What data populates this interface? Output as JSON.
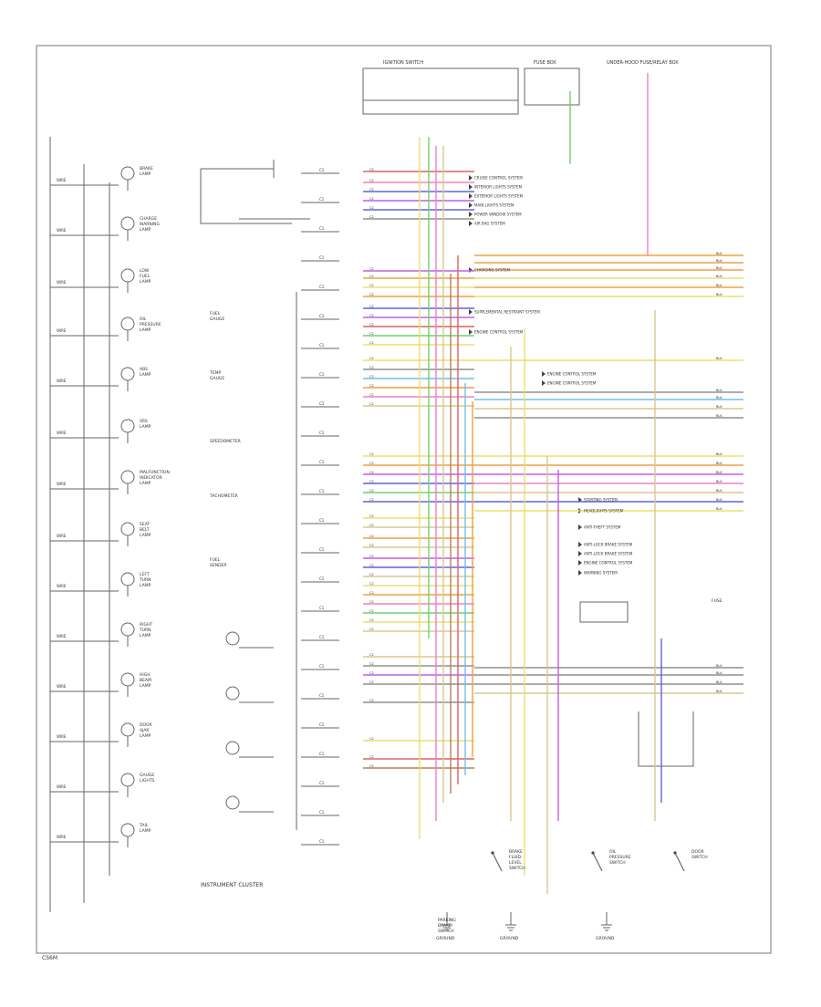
{
  "diagram": {
    "cluster_title": "INSTRUMENT CLUSTER",
    "footer_code": "CS6M",
    "top_left_box_label": "IGNITION SWITCH",
    "top_mid_box_label": "FUSE BOX",
    "top_right_label": "UNDER-HOOD FUSE/RELAY BOX",
    "lamp_labels": [
      "BRAKE LAMP",
      "CHARGE WARNING LAMP",
      "LOW FUEL LAMP",
      "OIL PRESSURE LAMP",
      "ABS LAMP",
      "SRS LAMP",
      "MALFUNCTION INDICATOR LAMP",
      "SEAT BELT LAMP",
      "LEFT TURN LAMP",
      "RIGHT TURN LAMP",
      "HIGH BEAM LAMP",
      "DOOR AJAR LAMP",
      "GAUGE LIGHTS",
      "TAIL LAMP"
    ],
    "gauge_labels": [
      "FUEL GAUGE",
      "TEMP GAUGE",
      "SPEEDOMETER",
      "TACHOMETER",
      "FUEL SENDER"
    ],
    "system_labels": [
      "CRUISE CONTROL SYSTEM",
      "INTERIOR LIGHTS SYSTEM",
      "EXTERIOR LIGHTS SYSTEM",
      "MAIN LIGHTS SYSTEM",
      "POWER WINDOW SYSTEM",
      "AIR BAG SYSTEM",
      "CHARGING SYSTEM",
      "SUPPLEMENTAL RESTRAINT SYSTEM",
      "ENGINE CONTROL SYSTEM",
      "ENGINE CONTROL SYSTEM",
      "ENGINE CONTROL SYSTEM",
      "STARTING SYSTEM",
      "HEADLIGHTS SYSTEM",
      "ANTI-THEFT SYSTEM",
      "ANTI-LOCK BRAKE SYSTEM",
      "ANTI-LOCK BRAKE SYSTEM",
      "ENGINE CONTROL SYSTEM",
      "WARNING SYSTEM"
    ],
    "bottom_labels": [
      "GROUND",
      "GROUND",
      "GROUND"
    ],
    "switch_labels": [
      "PARKING BRAKE SWITCH",
      "BRAKE FLUID LEVEL SWITCH",
      "OIL PRESSURE SWITCH",
      "DOOR SWITCH"
    ],
    "wire_colors": {
      "red": "#e06060",
      "orange": "#f0a040",
      "yellow": "#e8e070",
      "green": "#70d070",
      "blue": "#6060e0",
      "violet": "#c060e0",
      "pink": "#f080c0",
      "gray": "#909090",
      "black": "#333333",
      "tan": "#d8c890",
      "cyan": "#70c0e0",
      "brown": "#b08060"
    }
  }
}
